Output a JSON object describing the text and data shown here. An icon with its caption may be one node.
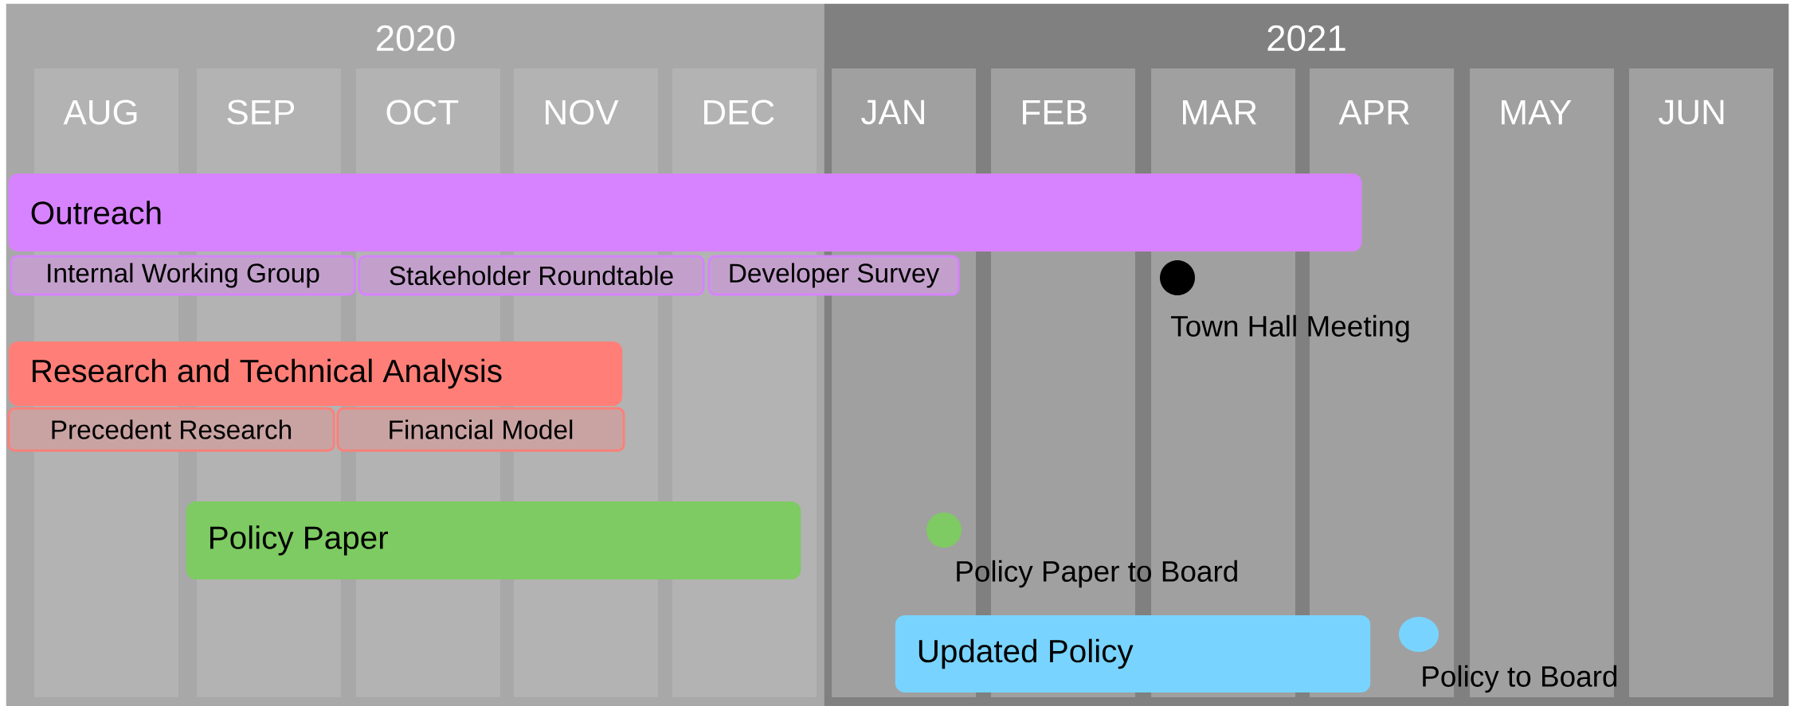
{
  "diagram": {
    "nodes": [
      {
        "text": [
          "2020"
        ]
      },
      {
        "text": [
          "2021"
        ]
      },
      {
        "text": [
          "Outreach"
        ]
      },
      {
        "text": [
          "Internal Working Group"
        ],
        "in": 0
      },
      {
        "text": [
          "Stakeholder Roundtable"
        ],
        "in": 0
      },
      {
        "text": [
          "Developer Survey"
        ]
      },
      {
        "text": [
          "Town Hall Meeting"
        ],
        "in": 1
      },
      {
        "text": [
          "Research and Technical Analysis"
        ],
        "in": 0
      },
      {
        "text": [
          "Precedent Research"
        ],
        "in": 0
      },
      {
        "text": [
          "Financial Model"
        ],
        "in": 0
      },
      {
        "text": [
          "Policy Paper"
        ],
        "in": 0
      },
      {
        "text": [
          "Policy Paper to Board"
        ],
        "in": 1
      },
      {
        "text": [
          "Updated Policy"
        ],
        "in": 1
      },
      {
        "text": [
          "Policy to Board"
        ],
        "in": 1
      }
    ],
    "labels": [
      "AUG",
      "SEP",
      "OCT",
      "NOV",
      "DEC",
      "JAN",
      "FEB",
      "MAR",
      "APR",
      "MAY",
      "JUN"
    ]
  }
}
